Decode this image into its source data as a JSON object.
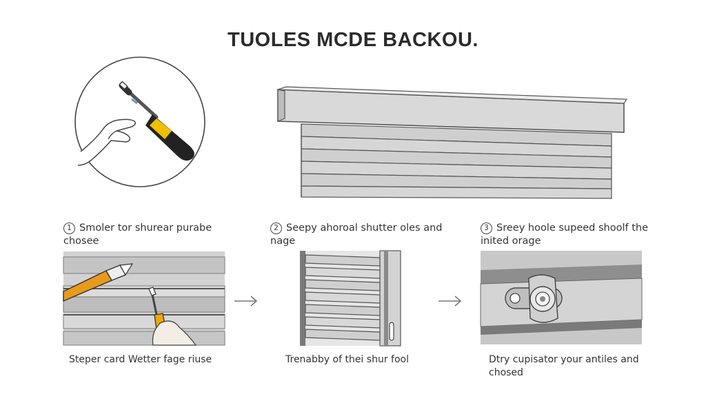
{
  "title": "TUOLES MCDE BACKOU.",
  "steps": [
    {
      "num": "1",
      "label_line1": "Smoler tor shurear purabe",
      "label_line2": "chosee",
      "caption_line1": "Steper card Wetter fage riuse",
      "caption_line2": ""
    },
    {
      "num": "2",
      "label_line1": "Seepy ahoroal shutter oles  and",
      "label_line2": "nage",
      "caption_line1": "Trenabby of thei shur fool",
      "caption_line2": ""
    },
    {
      "num": "3",
      "label_line1": "Sreey hoole supeed shoolf the",
      "label_line2": "inited orage",
      "caption_line1": "Dtry cupisator your antiles and",
      "caption_line2": "chosed"
    }
  ],
  "icons": {
    "hand": "hand-icon",
    "screwdriver": "screwdriver-icon",
    "arrow": "arrow-right-icon"
  },
  "colors": {
    "shutter_gray": "#c9c9c9",
    "handle_yellow": "#f0b400",
    "tool_orange": "#e89a1c",
    "outline": "#4a4a4a"
  }
}
